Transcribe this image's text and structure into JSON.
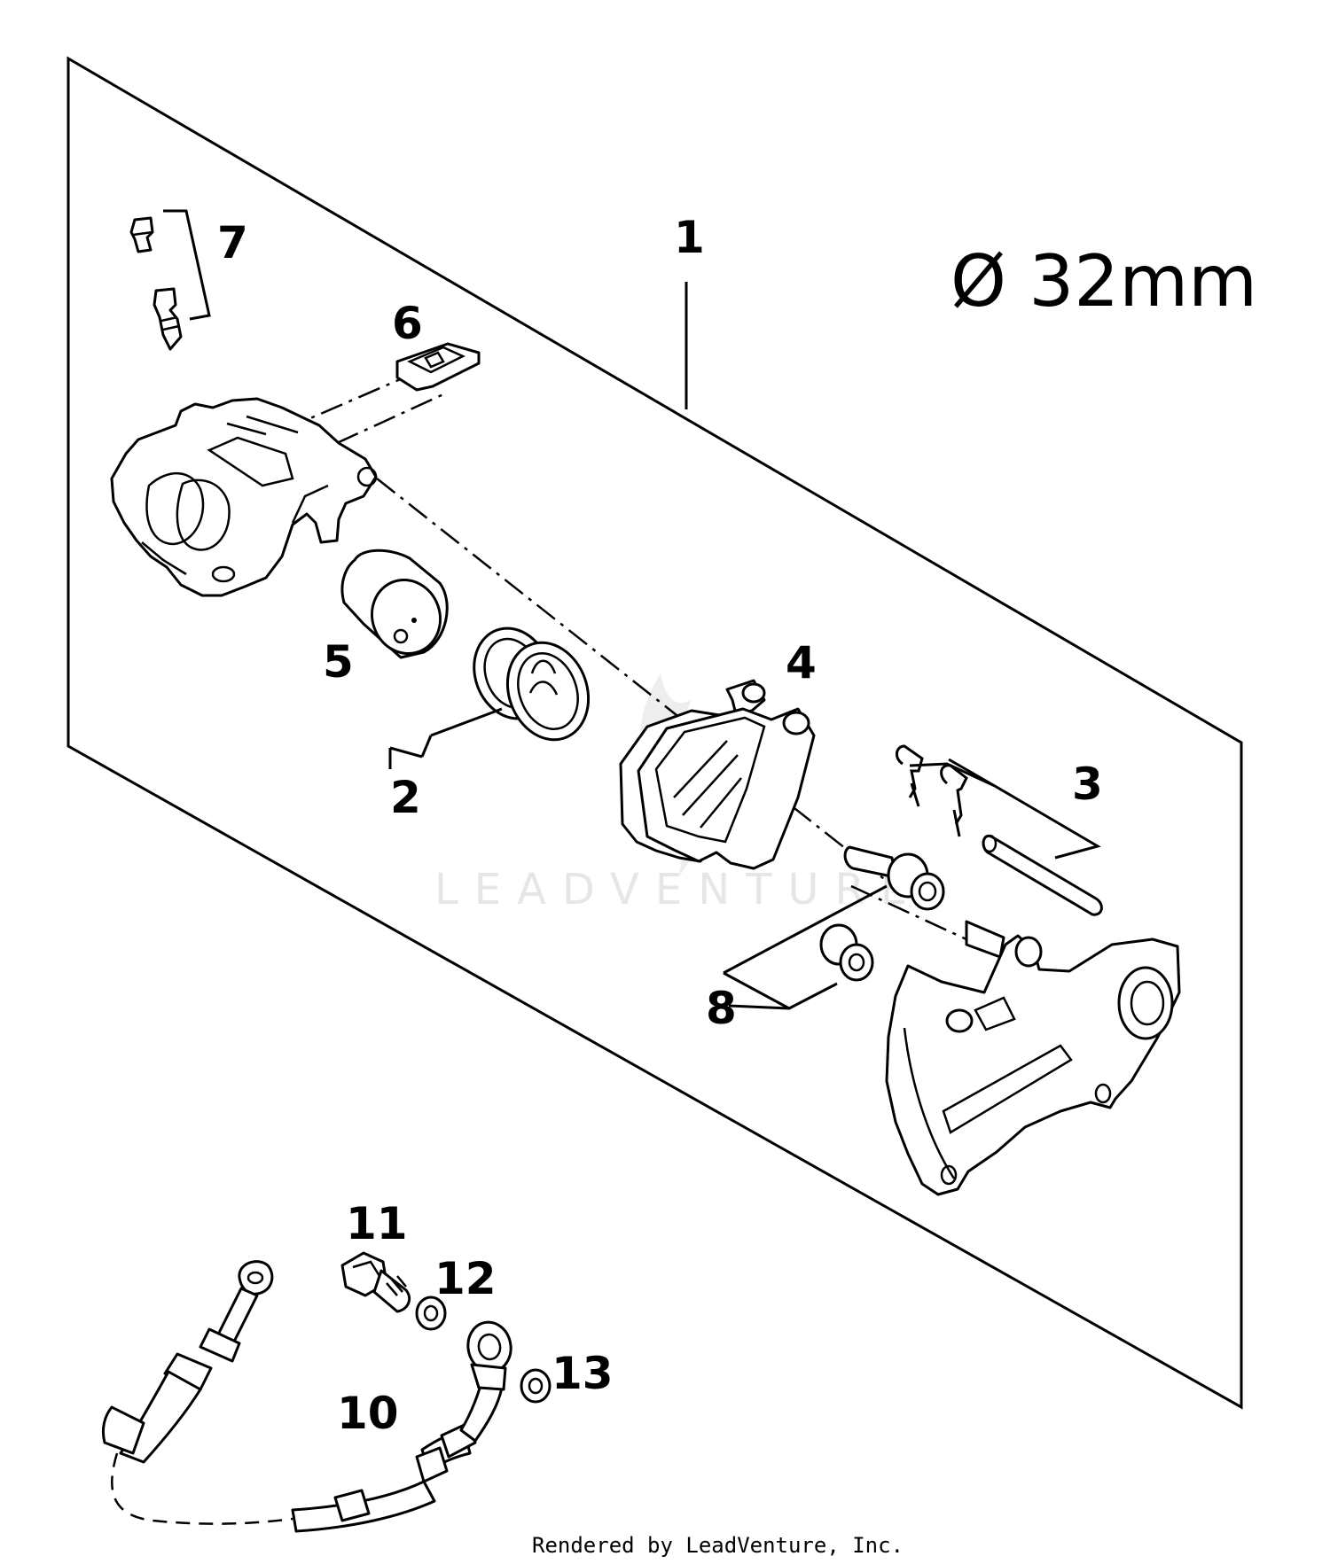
{
  "spec_text": "Ø 32mm",
  "watermark": "LEADVENTURE",
  "footer": "Rendered by LeadVenture, Inc.",
  "callouts": [
    {
      "id": "1",
      "text": "1"
    },
    {
      "id": "2",
      "text": "2"
    },
    {
      "id": "3",
      "text": "3"
    },
    {
      "id": "4",
      "text": "4"
    },
    {
      "id": "5",
      "text": "5"
    },
    {
      "id": "6",
      "text": "6"
    },
    {
      "id": "7",
      "text": "7"
    },
    {
      "id": "8",
      "text": "8"
    },
    {
      "id": "10",
      "text": "10"
    },
    {
      "id": "11",
      "text": "11"
    },
    {
      "id": "12",
      "text": "12"
    },
    {
      "id": "13",
      "text": "13"
    }
  ]
}
